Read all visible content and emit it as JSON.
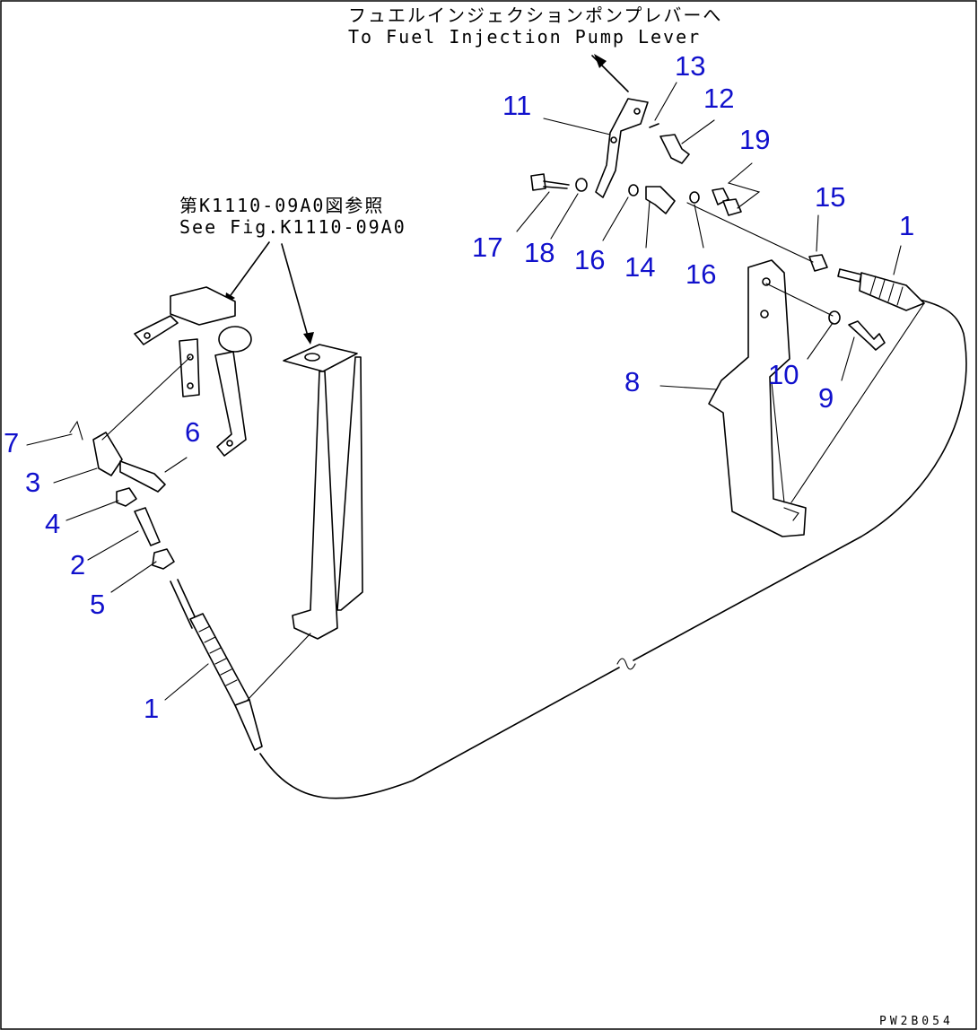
{
  "notes": {
    "pump_lever_jp": "フュエルインジェクションポンプレバーへ",
    "pump_lever_en": "To Fuel Injection Pump Lever",
    "see_fig_jp": "第K1110-09A0図参照",
    "see_fig_en": "See Fig.K1110-09A0"
  },
  "part_numbers": {
    "p1_left": "1",
    "p1_right": "1",
    "p2": "2",
    "p3": "3",
    "p4": "4",
    "p5": "5",
    "p6": "6",
    "p7": "7",
    "p8": "8",
    "p9": "9",
    "p10": "10",
    "p11": "11",
    "p12": "12",
    "p13": "13",
    "p14": "14",
    "p15": "15",
    "p16a": "16",
    "p16b": "16",
    "p17": "17",
    "p18": "18",
    "p19": "19"
  },
  "drawing_code": "PW2B054",
  "colors": {
    "callout": "#1111cc",
    "line": "#000000",
    "background": "#ffffff"
  }
}
